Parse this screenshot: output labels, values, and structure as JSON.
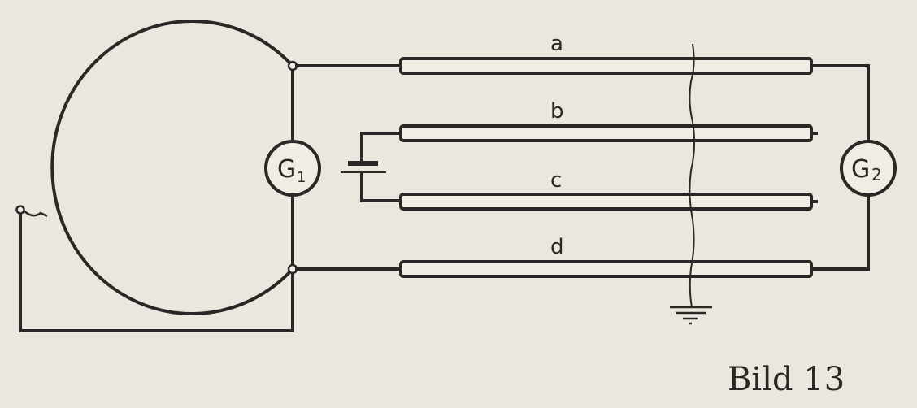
{
  "figure": {
    "caption": "Bild 13",
    "conductors": [
      {
        "label": "a"
      },
      {
        "label": "b"
      },
      {
        "label": "c"
      },
      {
        "label": "d"
      }
    ],
    "galvanometers": [
      {
        "label": "G",
        "sub": "1"
      },
      {
        "label": "G",
        "sub": "2"
      }
    ]
  }
}
